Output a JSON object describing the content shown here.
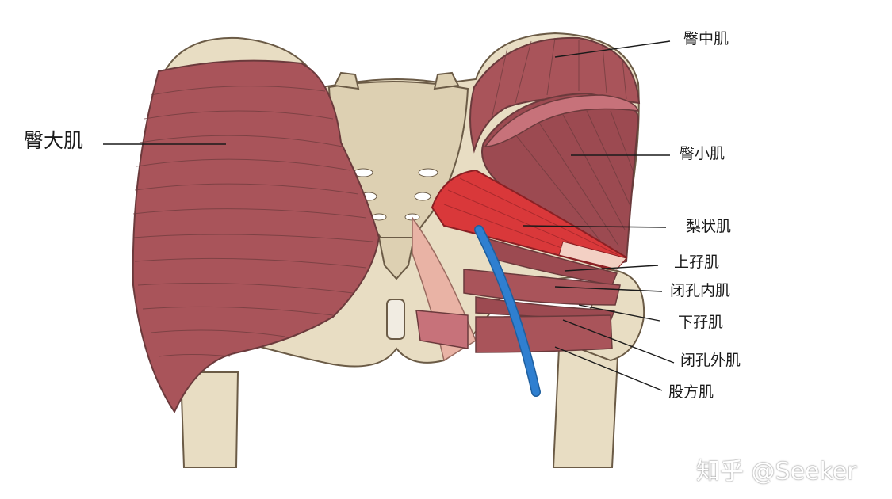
{
  "labels": {
    "gluteus_maximus": "臀大肌",
    "gluteus_medius": "臀中肌",
    "gluteus_minimus": "臀小肌",
    "piriformis": "梨状肌",
    "superior_gemellus": "上孖肌",
    "obturator_internus": "闭孔内肌",
    "inferior_gemellus": "下孖肌",
    "obturator_externus": "闭孔外肌",
    "quadratus_femoris": "股方肌"
  },
  "watermark": "知乎 @Seeker",
  "colors": {
    "bone": "#e8ddc3",
    "bone_outline": "#6b5b46",
    "muscle": "#a9545a",
    "muscle_light": "#c7727a",
    "piriformis": "#d9383a",
    "vessel": "#2f7fd0",
    "tendon": "#e9b3a5"
  }
}
